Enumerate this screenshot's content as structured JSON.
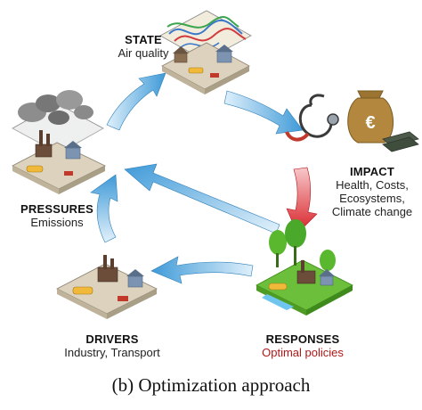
{
  "nodes": {
    "state": {
      "title": "STATE",
      "subtitle": "Air quality"
    },
    "impact": {
      "title": "IMPACT",
      "subtitle_lines": [
        "Health, Costs,",
        "Ecosystems,",
        "Climate change"
      ]
    },
    "pressures": {
      "title": "PRESSURES",
      "subtitle": "Emissions"
    },
    "drivers": {
      "title": "DRIVERS",
      "subtitle": "Industry, Transport"
    },
    "responses": {
      "title": "RESPONSES",
      "subtitle": "Optimal policies"
    }
  },
  "money_bag_symbol": "€",
  "caption": "(b) Optimization approach",
  "colors": {
    "arrow_blue": "#3f9ad8",
    "arrow_red": "#d81f26",
    "response_text": "#b01818",
    "ground": "#dcd2bd",
    "plant_green": "#5ab82e",
    "map_lines": [
      "#3a78c9",
      "#d23b3b",
      "#3aa54a"
    ]
  }
}
